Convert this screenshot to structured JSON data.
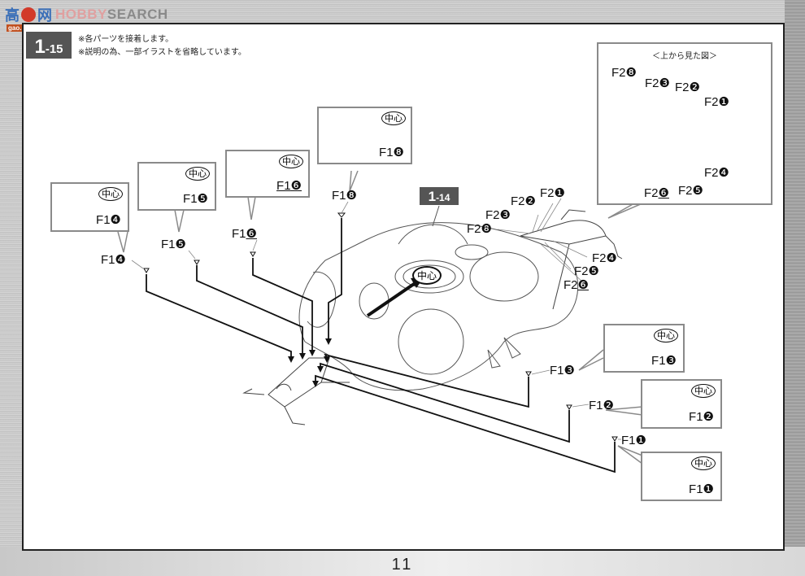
{
  "watermark": {
    "gao": "高",
    "wang": "网",
    "hobby": "HOBBY",
    "search": "SEARCH",
    "url": "gao.shop.com"
  },
  "step": {
    "number_main": "1",
    "number_sub": "-15",
    "notes": [
      "※各パーツを接着します。",
      "※説明の為、一部イラストを省略しています。"
    ]
  },
  "reference_step": {
    "number_main": "1",
    "number_sub": "-14"
  },
  "center_tag": "中心",
  "center_marker": "中心",
  "callouts_left": [
    {
      "part": "F1",
      "num": "❹"
    },
    {
      "part": "F1",
      "num": "❺"
    },
    {
      "part": "F1",
      "num": "❻"
    },
    {
      "part": "F1",
      "num": "❽"
    }
  ],
  "part_labels_left": [
    {
      "part": "F1",
      "num": "❹"
    },
    {
      "part": "F1",
      "num": "❺"
    },
    {
      "part": "F1",
      "num": "❻"
    },
    {
      "part": "F1",
      "num": "❽"
    }
  ],
  "callouts_right": [
    {
      "part": "F1",
      "num": "❸"
    },
    {
      "part": "F1",
      "num": "❷"
    },
    {
      "part": "F1",
      "num": "❶"
    }
  ],
  "part_labels_right": [
    {
      "part": "F1",
      "num": "❸"
    },
    {
      "part": "F1",
      "num": "❷"
    },
    {
      "part": "F1",
      "num": "❶"
    }
  ],
  "f2_labels_main": [
    {
      "part": "F2",
      "num": "❶"
    },
    {
      "part": "F2",
      "num": "❷"
    },
    {
      "part": "F2",
      "num": "❸"
    },
    {
      "part": "F2",
      "num": "❽"
    },
    {
      "part": "F2",
      "num": "❹"
    },
    {
      "part": "F2",
      "num": "❺"
    },
    {
      "part": "F2",
      "num": "❻"
    }
  ],
  "top_view": {
    "title": "＜上から見た図＞",
    "labels": [
      {
        "part": "F2",
        "num": "❽"
      },
      {
        "part": "F2",
        "num": "❸"
      },
      {
        "part": "F2",
        "num": "❷"
      },
      {
        "part": "F2",
        "num": "❶"
      },
      {
        "part": "F2",
        "num": "❹"
      },
      {
        "part": "F2",
        "num": "❻"
      },
      {
        "part": "F2",
        "num": "❺"
      }
    ]
  },
  "page_number": "11"
}
